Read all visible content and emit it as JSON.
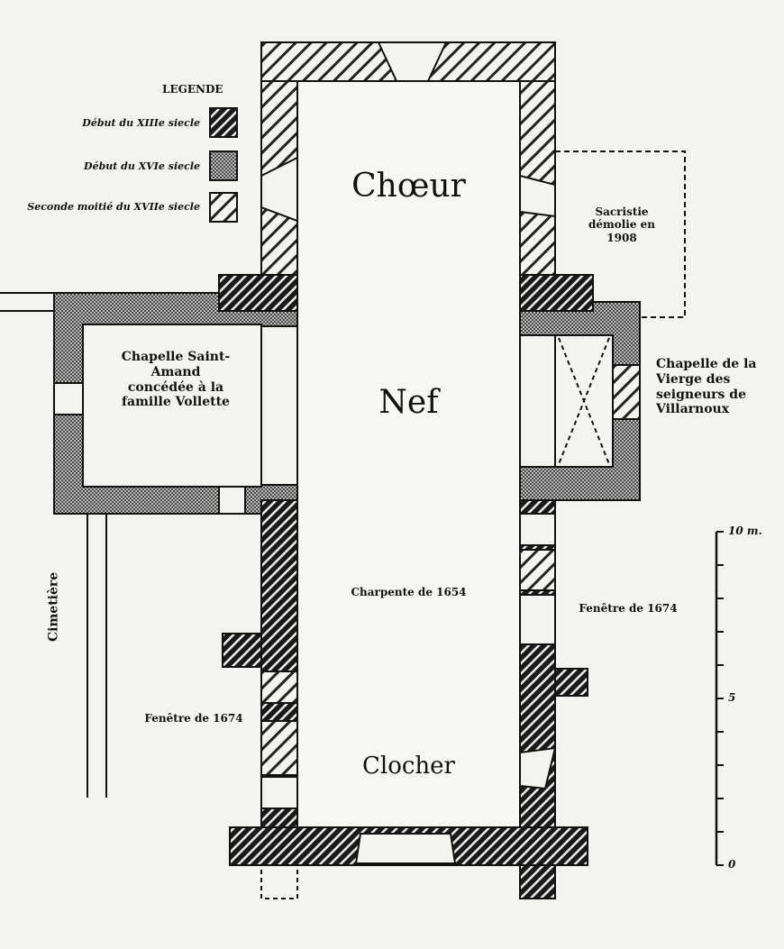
{
  "legend": {
    "title": "LEGENDE",
    "items": [
      {
        "label": "Début du XIIIe siecle",
        "pattern": "dense-hatch"
      },
      {
        "label": "Début du XVIe siecle",
        "pattern": "stipple"
      },
      {
        "label": "Seconde moitié du XVIIe siecle",
        "pattern": "light-hatch"
      }
    ]
  },
  "labels": {
    "choeur": "Chœur",
    "sacristie": "Sacristie démolie en 1908",
    "chapelle_st_amand": "Chapelle Saint-Amand concédée à la famille Vollette",
    "nef": "Nef",
    "chapelle_vierge": "Chapelle de la Vierge des seigneurs de Villarnoux",
    "charpente": "Charpente de 1654",
    "fenetre_right": "Fenêtre de 1674",
    "fenetre_left": "Fenêtre de 1674",
    "clocher": "Clocher",
    "cimetiere": "Cimetière"
  },
  "scale": {
    "top": "10 m.",
    "mid": "5",
    "bottom": "0",
    "max_m": 10
  }
}
